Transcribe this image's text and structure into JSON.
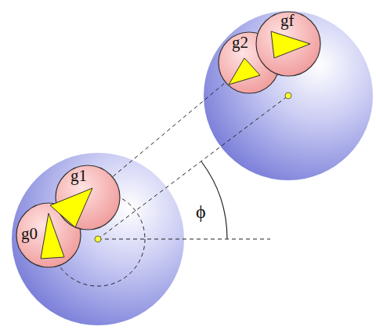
{
  "diagram": {
    "nodes": [
      {
        "text": [
          "g0"
        ]
      },
      {
        "text": [
          "g1"
        ]
      },
      {
        "text": [
          "g2"
        ]
      },
      {
        "text": [
          "gf"
        ]
      }
    ],
    "edges": [
      {
        "from": 1,
        "to": 2,
        "arrow": "none"
      }
    ],
    "labels": [
      "ϕ"
    ]
  }
}
